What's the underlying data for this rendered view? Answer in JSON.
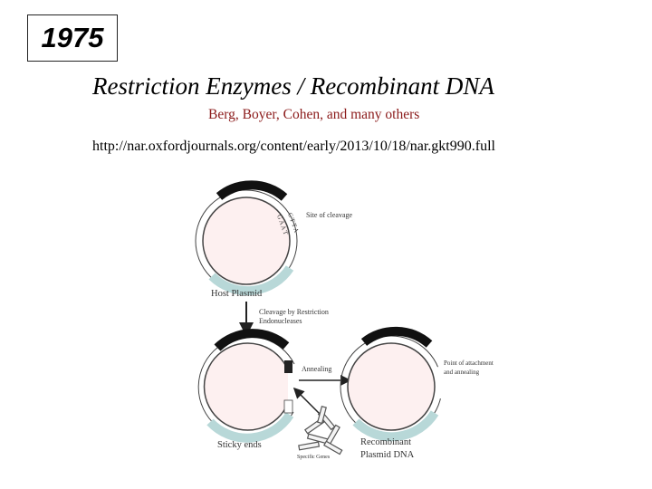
{
  "year": "1975",
  "title": "Restriction Enzymes / Recombinant DNA",
  "subtitle": "Berg, Boyer, Cohen, and many others",
  "url": "http://nar.oxfordjournals.org/content/early/2013/10/18/nar.gkt990.full",
  "diagram": {
    "site_of_cleavage": "Site of cleavage",
    "host_plasmid": "Host Plasmid",
    "cleavage_line1": "Cleavage by Restriction",
    "cleavage_line2": "Endonucleases",
    "annealing": "Annealing",
    "sticky_ends": "Sticky ends",
    "specific_genes": "Specific Genes",
    "point_line1": "Point of attachment",
    "point_line2": "and annealing",
    "recombinant_line1": "Recombinant",
    "recombinant_line2": "Plasmid DNA",
    "colors": {
      "plasmid_fill": "#fdf0f0",
      "dark_segment": "#111111",
      "teal_segment": "#b8d8d8"
    }
  }
}
